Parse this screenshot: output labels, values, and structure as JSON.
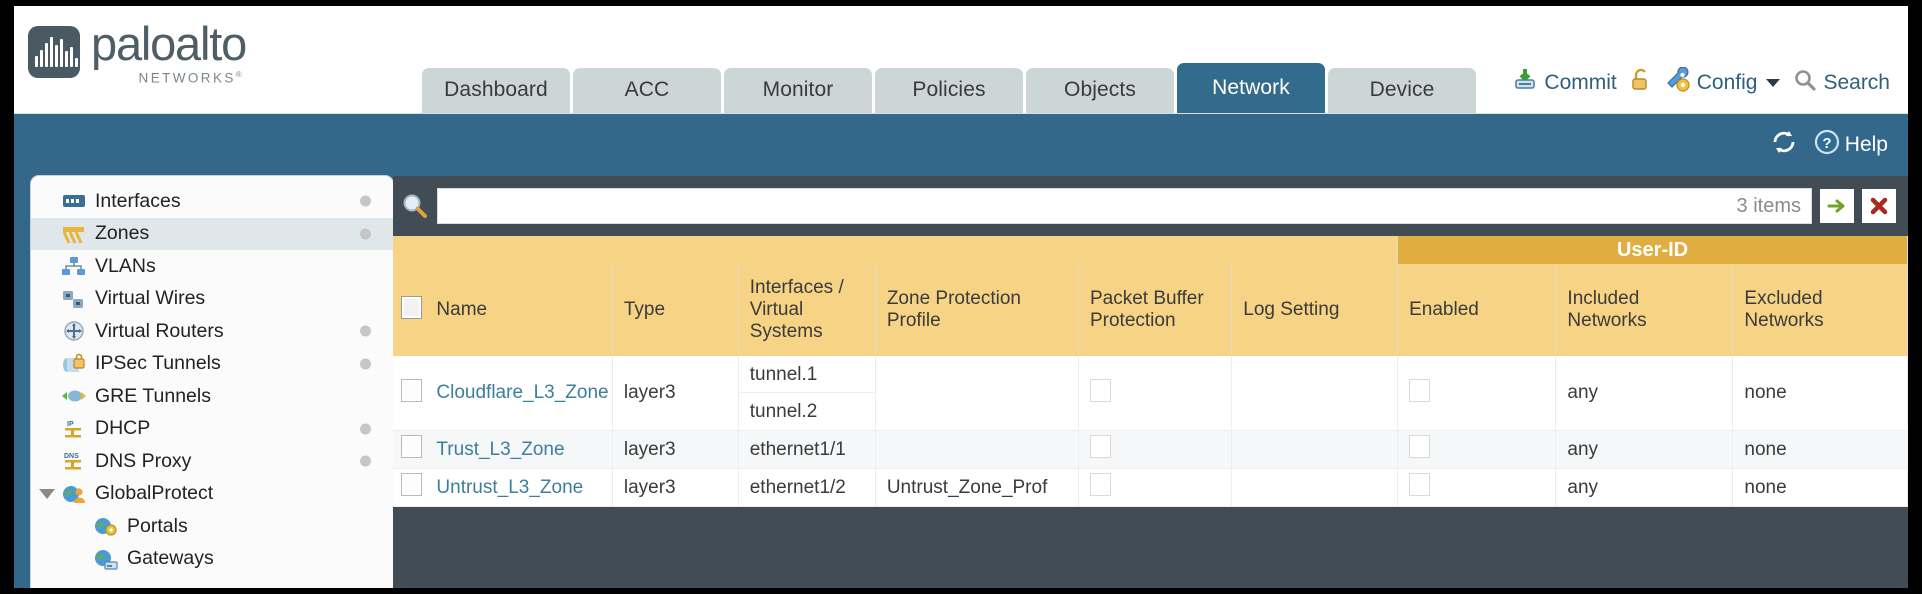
{
  "brand": {
    "name": "paloalto",
    "sub": "NETWORKS",
    "sub_mark": "®",
    "logo_icon": "paloalto-logo-icon"
  },
  "nav": {
    "tabs": [
      {
        "label": "Dashboard",
        "active": false
      },
      {
        "label": "ACC",
        "active": false
      },
      {
        "label": "Monitor",
        "active": false
      },
      {
        "label": "Policies",
        "active": false
      },
      {
        "label": "Objects",
        "active": false
      },
      {
        "label": "Network",
        "active": true
      },
      {
        "label": "Device",
        "active": false
      }
    ]
  },
  "header_actions": {
    "commit": {
      "label": "Commit",
      "icon": "commit-save-icon"
    },
    "lock": {
      "icon": "unlock-icon"
    },
    "config": {
      "label": "Config",
      "icon": "config-wrench-key-icon",
      "caret": "chevron-down-icon"
    },
    "search": {
      "label": "Search",
      "icon": "search-magnifier-icon"
    }
  },
  "blue_band": {
    "refresh": {
      "icon": "refresh-icon"
    },
    "help": {
      "label": "Help",
      "icon": "help-question-icon"
    }
  },
  "sidebar": {
    "items": [
      {
        "label": "Interfaces",
        "icon": "interfaces-icon",
        "dot": true,
        "selected": false,
        "child": false,
        "expander": false
      },
      {
        "label": "Zones",
        "icon": "zones-icon",
        "dot": true,
        "selected": true,
        "child": false,
        "expander": false
      },
      {
        "label": "VLANs",
        "icon": "vlans-icon",
        "dot": false,
        "selected": false,
        "child": false,
        "expander": false
      },
      {
        "label": "Virtual Wires",
        "icon": "virtual-wires-icon",
        "dot": false,
        "selected": false,
        "child": false,
        "expander": false
      },
      {
        "label": "Virtual Routers",
        "icon": "virtual-routers-icon",
        "dot": true,
        "selected": false,
        "child": false,
        "expander": false
      },
      {
        "label": "IPSec Tunnels",
        "icon": "ipsec-tunnels-icon",
        "dot": true,
        "selected": false,
        "child": false,
        "expander": false
      },
      {
        "label": "GRE Tunnels",
        "icon": "gre-tunnels-icon",
        "dot": false,
        "selected": false,
        "child": false,
        "expander": false
      },
      {
        "label": "DHCP",
        "icon": "dhcp-icon",
        "dot": true,
        "selected": false,
        "child": false,
        "expander": false
      },
      {
        "label": "DNS Proxy",
        "icon": "dns-proxy-icon",
        "dot": true,
        "selected": false,
        "child": false,
        "expander": false
      },
      {
        "label": "GlobalProtect",
        "icon": "globalprotect-icon",
        "dot": false,
        "selected": false,
        "child": false,
        "expander": true
      },
      {
        "label": "Portals",
        "icon": "portals-icon",
        "dot": false,
        "selected": false,
        "child": true,
        "expander": false
      },
      {
        "label": "Gateways",
        "icon": "gateways-icon",
        "dot": false,
        "selected": false,
        "child": true,
        "expander": false
      }
    ]
  },
  "toolbar": {
    "search_icon": "search-magnifier-icon",
    "search_value": "",
    "search_placeholder": "",
    "item_count": "3 items",
    "apply_icon": "apply-arrow-icon",
    "clear_icon": "clear-x-icon"
  },
  "table": {
    "group_header": {
      "label": "User-ID",
      "span": 3
    },
    "columns": [
      "Name",
      "Type",
      "Interfaces / Virtual Systems",
      "Zone Protection Profile",
      "Packet Buffer Protection",
      "Log Setting",
      "Enabled",
      "Included Networks",
      "Excluded Networks"
    ],
    "rows": [
      {
        "name": "Cloudflare_L3_Zone",
        "type": "layer3",
        "interfaces": [
          "tunnel.1",
          "tunnel.2"
        ],
        "zone_protection_profile": "",
        "packet_buffer_protection": false,
        "log_setting": "",
        "userid_enabled": false,
        "included_networks": "any",
        "excluded_networks": "none",
        "selected": false,
        "alt": false
      },
      {
        "name": "Trust_L3_Zone",
        "type": "layer3",
        "interfaces": [
          "ethernet1/1"
        ],
        "zone_protection_profile": "",
        "packet_buffer_protection": false,
        "log_setting": "",
        "userid_enabled": false,
        "included_networks": "any",
        "excluded_networks": "none",
        "selected": false,
        "alt": true
      },
      {
        "name": "Untrust_L3_Zone",
        "type": "layer3",
        "interfaces": [
          "ethernet1/2"
        ],
        "zone_protection_profile": "Untrust_Zone_Prof",
        "packet_buffer_protection": false,
        "log_setting": "",
        "userid_enabled": false,
        "included_networks": "any",
        "excluded_networks": "none",
        "selected": false,
        "alt": false
      }
    ]
  },
  "colors": {
    "brand_blue": "#33688a",
    "tab_inactive": "#ccd6d6",
    "table_header": "#f6d385",
    "userid_band": "#e0ad40",
    "panel_dark": "#414c55",
    "link": "#3d7d9e"
  }
}
